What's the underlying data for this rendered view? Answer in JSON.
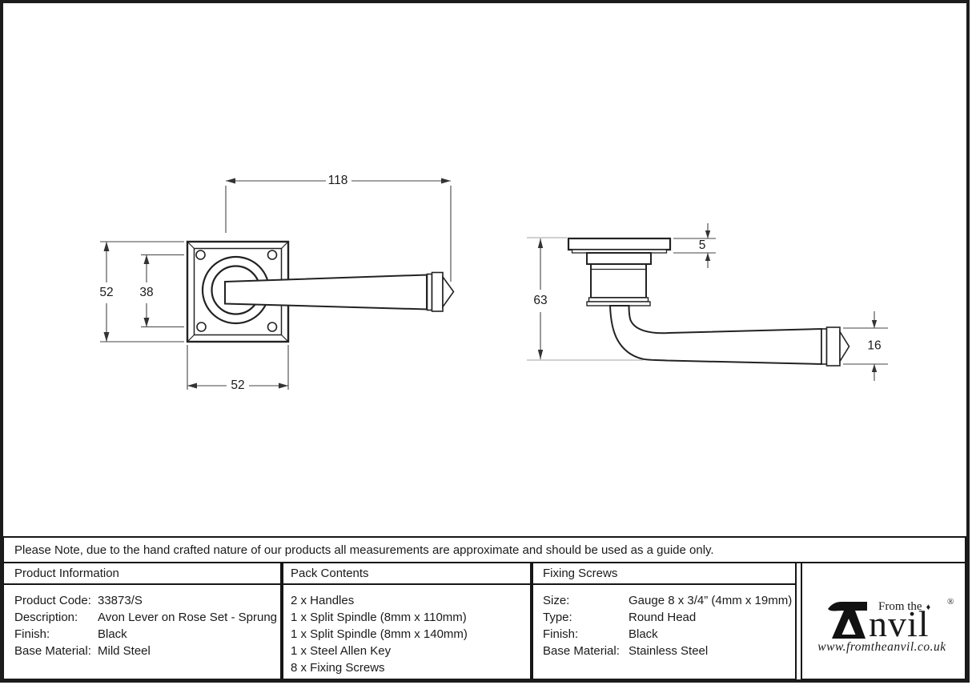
{
  "note": "Please Note, due to the hand crafted nature of our products all measurements are approximate and should be used as a guide only.",
  "product_information": {
    "header": "Product Information",
    "rows": [
      {
        "label": "Product Code:",
        "value": "33873/S"
      },
      {
        "label": "Description:",
        "value": "Avon Lever on Rose Set - Sprung"
      },
      {
        "label": "Finish:",
        "value": "Black"
      },
      {
        "label": "Base Material:",
        "value": "Mild Steel"
      }
    ]
  },
  "pack_contents": {
    "header": "Pack Contents",
    "items": [
      "2 x Handles",
      "1 x Split Spindle (8mm x 110mm)",
      "1 x Split Spindle (8mm x 140mm)",
      "1 x Steel Allen Key",
      "8 x Fixing Screws"
    ]
  },
  "fixing_screws": {
    "header": "Fixing Screws",
    "rows": [
      {
        "label": "Size:",
        "value": "Gauge 8 x 3/4” (4mm x 19mm)"
      },
      {
        "label": "Type:",
        "value": "Round Head"
      },
      {
        "label": "Finish:",
        "value": "Black"
      },
      {
        "label": "Base Material:",
        "value": "Stainless Steel"
      }
    ]
  },
  "logo": {
    "brand": "Anvil",
    "tagline": "From the",
    "diamond": "♦",
    "brand_suffix": "nvil",
    "registered": "®",
    "website": "www.fromtheanvil.co.uk"
  },
  "drawing": {
    "front_view": {
      "dim_length": "118",
      "dim_height": "52",
      "dim_hole_spacing": "38",
      "dim_width": "52"
    },
    "side_view": {
      "dim_rose_thickness": "5",
      "dim_projection": "63",
      "dim_lever_end": "16"
    }
  },
  "colors": {
    "line": "#222222",
    "dim_line": "#454545",
    "ext_gray": "#a0a0a0",
    "border": "#1c1c1c"
  }
}
